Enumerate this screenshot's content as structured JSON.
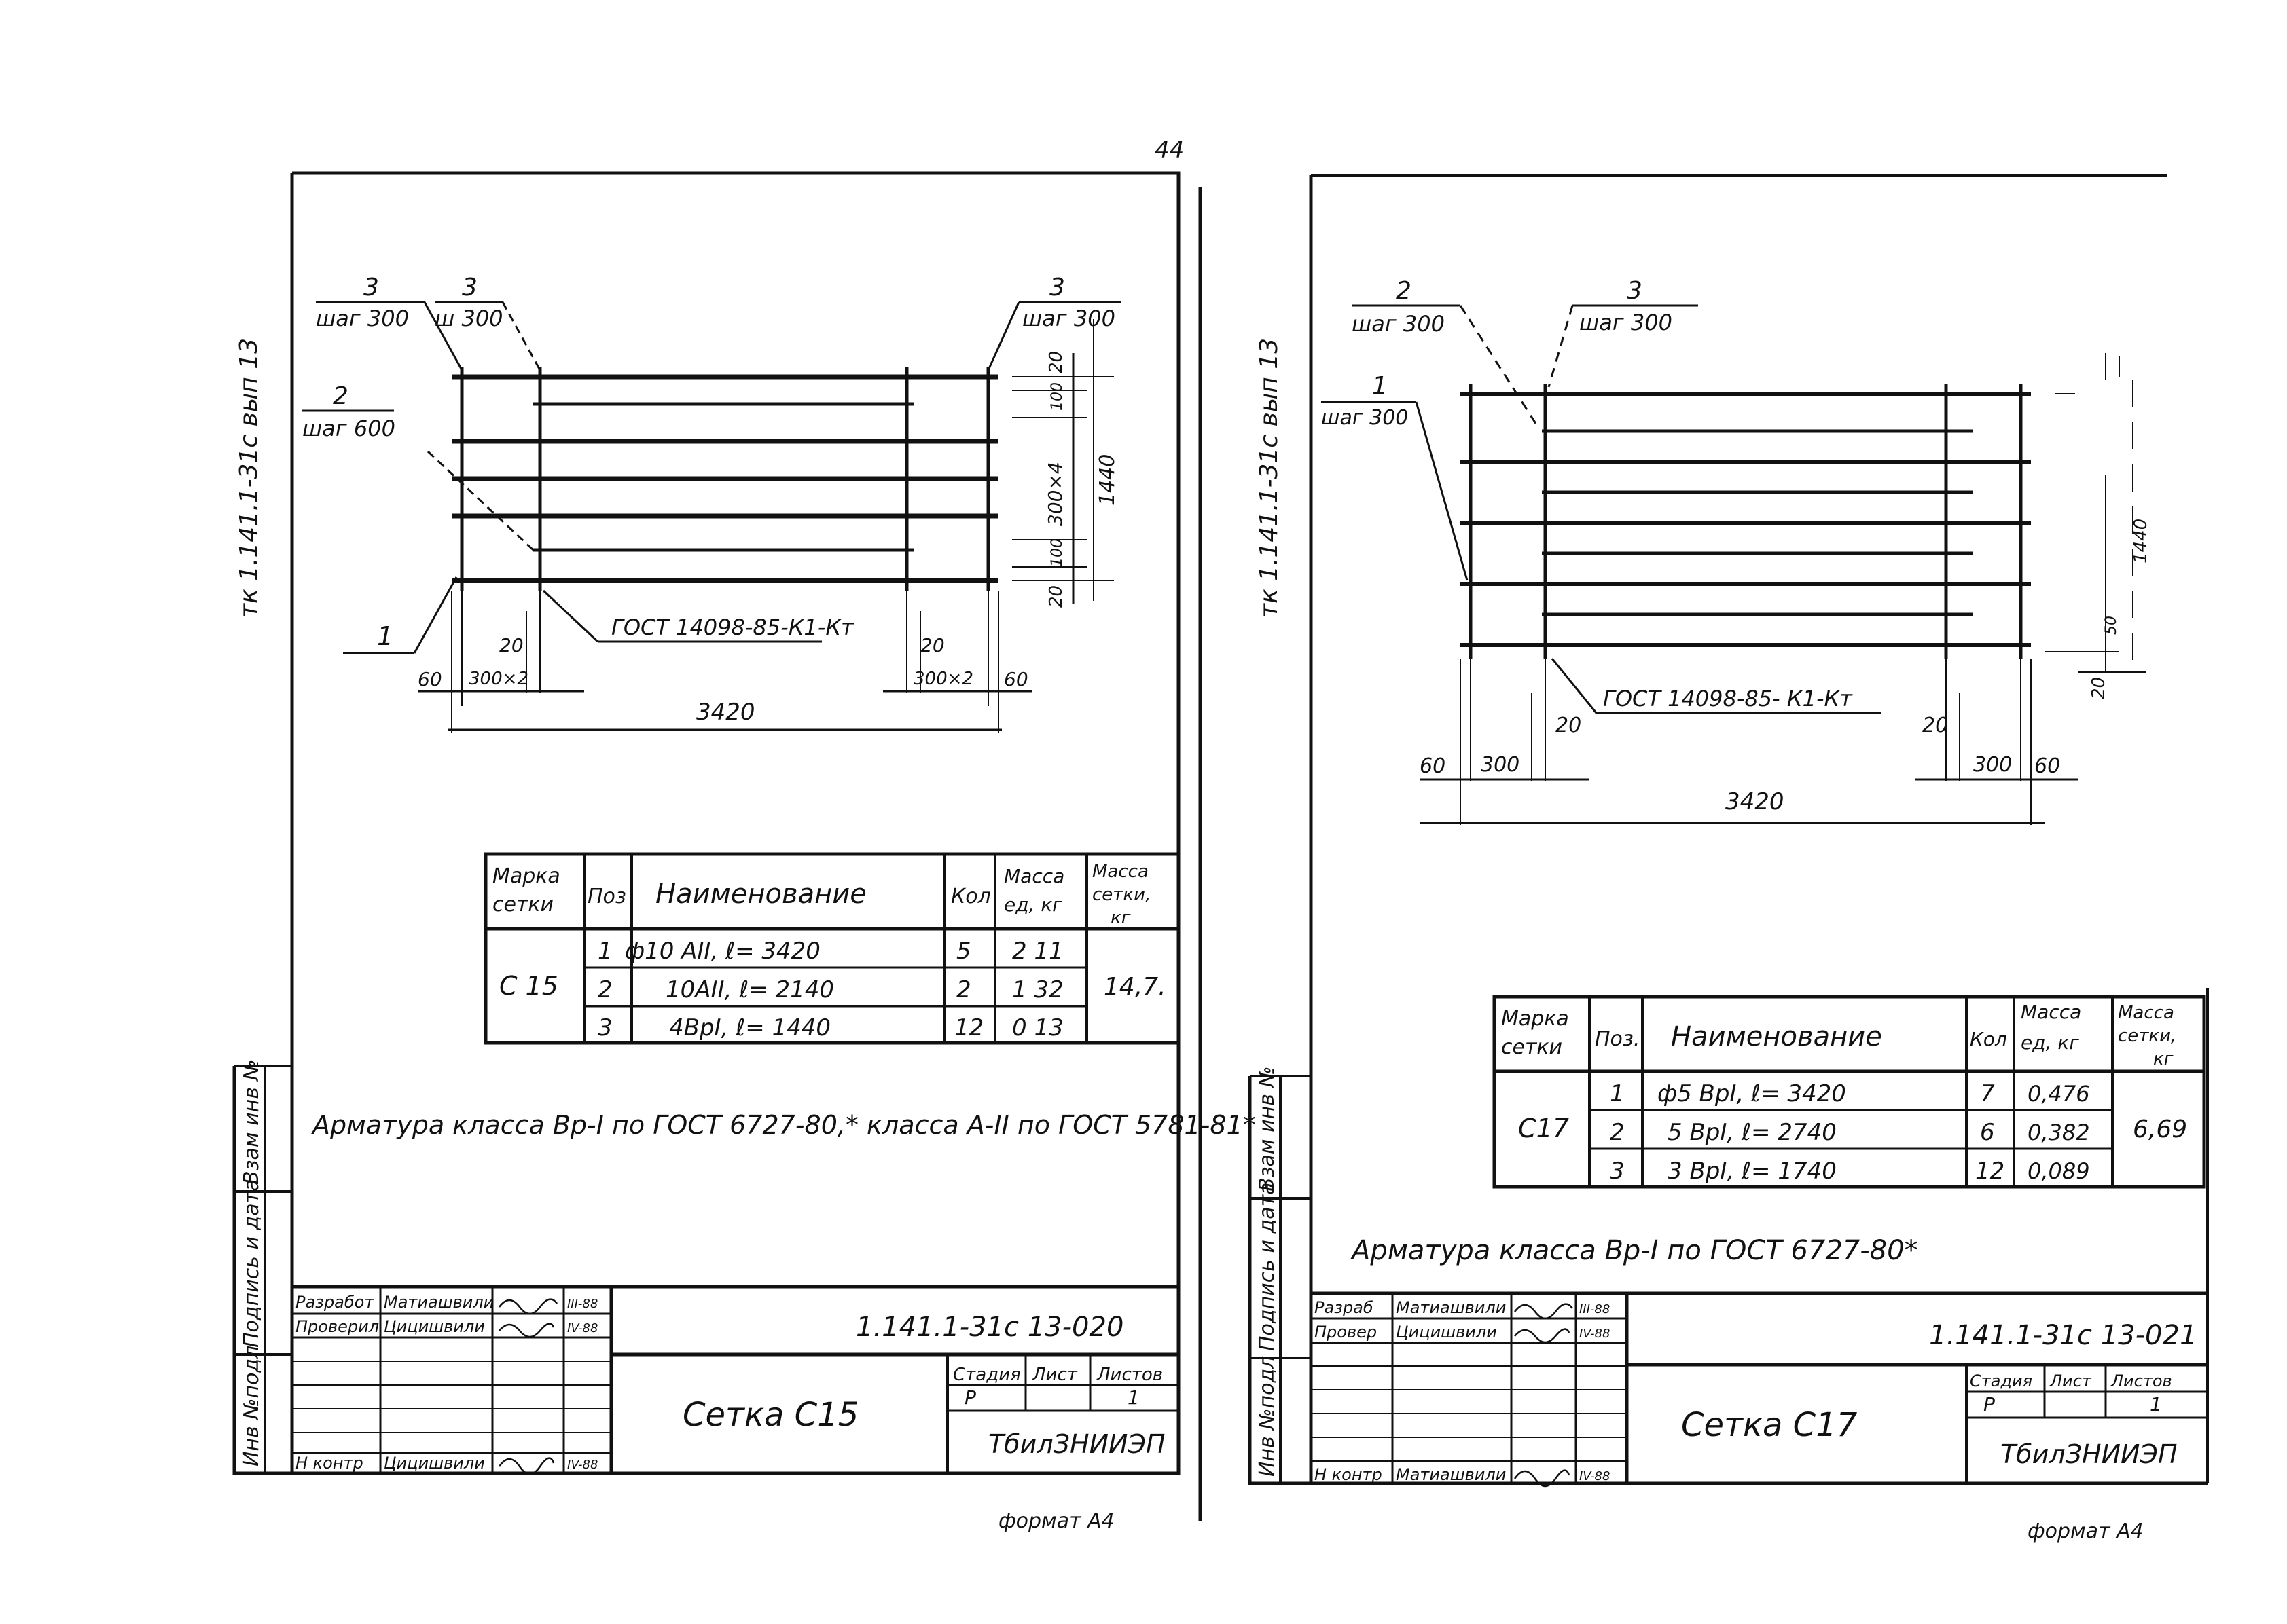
{
  "page_number": "44",
  "left": {
    "side_code": "тк 1.141.1-31с  вып 13",
    "drawing": {
      "callout_pos3_a": "3",
      "callout_pos3_a_note": "шаг 300",
      "callout_pos3_b": "3",
      "callout_pos3_b_note": "ш 300",
      "callout_pos3_c": "3",
      "callout_pos3_c_note": "шаг 300",
      "callout_pos2": "2",
      "callout_pos2_note": "шаг 600",
      "callout_pos1": "1",
      "gost": "ГОСТ 14098-85-К1-Кт",
      "dims": {
        "d20_top": "20",
        "d100_top": "100",
        "d300x4": "300×4",
        "d1440": "1440",
        "d100_bot": "100",
        "d20_bot": "20",
        "d60_left": "60",
        "d300x2_left": "300×2",
        "d20_left": "20",
        "d20_right": "20",
        "d300x2_right": "300×2",
        "d60_right": "60",
        "d3420": "3420"
      }
    },
    "table": {
      "headers": [
        "Марка сетки",
        "Поз",
        "Наименование",
        "Кол",
        "Масса ед, кг",
        "Масса сетки, кг"
      ],
      "mark": "С 15",
      "rows": [
        {
          "pos": "1",
          "name": "ф10 АII, ℓ= 3420",
          "qty": "5",
          "mass": "2 11"
        },
        {
          "pos": "2",
          "name": "10АII, ℓ= 2140",
          "qty": "2",
          "mass": "1 32"
        },
        {
          "pos": "3",
          "name": "4ВрI, ℓ= 1440",
          "qty": "12",
          "mass": "0 13"
        }
      ],
      "total": "14,7."
    },
    "note": "Арматура класса Вр-I по ГОСТ 6727-80,* класса А-II по ГОСТ 5781-81*",
    "side_labels": [
      "Инв №подл",
      "Подпись и дата",
      "Взам инв №"
    ],
    "title_block": {
      "code": "1.141.1-31с 13-020",
      "rows": [
        {
          "role": "Разработ",
          "name": "Матиашвили",
          "date": "III-88"
        },
        {
          "role": "Проверил",
          "name": "Цицишвили",
          "date": "IV-88"
        },
        {
          "role": "",
          "name": "",
          "date": ""
        },
        {
          "role": "",
          "name": "",
          "date": ""
        },
        {
          "role": "",
          "name": "",
          "date": ""
        },
        {
          "role": "Н контр",
          "name": "Цицишвили",
          "date": "IV-88"
        }
      ],
      "title": "Сетка С15",
      "stage_label": "Стадия",
      "sheet_label": "Лист",
      "sheets_label": "Листов",
      "stage": "Р",
      "sheet": "",
      "sheets": "1",
      "org": "ТбилЗНИИЭП"
    },
    "format": "формат А4"
  },
  "right": {
    "side_code": "тк 1.141.1-31с  вып 13",
    "drawing": {
      "callout_pos2": "2",
      "callout_pos2_note": "шаг 300",
      "callout_pos3": "3",
      "callout_pos3_note": "шаг 300",
      "callout_pos1": "1",
      "callout_pos1_note": "шаг 300",
      "gost": "ГОСТ 14098-85- К1-Кт",
      "dims": {
        "d1440": "1440",
        "d50": "50",
        "d20_bot": "20",
        "d60_left": "60",
        "d300_left": "300",
        "d20_left": "20",
        "d20_right": "20",
        "d300_right": "300",
        "d60_right": "60",
        "d3420": "3420"
      }
    },
    "table": {
      "headers": [
        "Марка сетки",
        "Поз.",
        "Наименование",
        "Кол",
        "Масса ед, кг",
        "Масса сетки, кг"
      ],
      "mark": "С17",
      "rows": [
        {
          "pos": "1",
          "name": "ф5 ВрI, ℓ= 3420",
          "qty": "7",
          "mass": "0,476"
        },
        {
          "pos": "2",
          "name": "5 ВрI, ℓ= 2740",
          "qty": "6",
          "mass": "0,382"
        },
        {
          "pos": "3",
          "name": "3 ВрI, ℓ= 1740",
          "qty": "12",
          "mass": "0,089"
        }
      ],
      "total": "6,69"
    },
    "note": "Арматура класса Вр-I по ГОСТ 6727-80*",
    "side_labels": [
      "Инв №подл",
      "Подпись и дата",
      "Взам инв №"
    ],
    "title_block": {
      "code": "1.141.1-31с 13-021",
      "rows": [
        {
          "role": "Разраб",
          "name": "Матиашвили",
          "date": "III-88"
        },
        {
          "role": "Провер",
          "name": "Цицишвили",
          "date": "IV-88"
        },
        {
          "role": "",
          "name": "",
          "date": ""
        },
        {
          "role": "",
          "name": "",
          "date": ""
        },
        {
          "role": "",
          "name": "",
          "date": ""
        },
        {
          "role": "Н контр",
          "name": "Матиашвили",
          "date": "IV-88"
        }
      ],
      "title": "Сетка С17",
      "stage_label": "Стадия",
      "sheet_label": "Лист",
      "sheets_label": "Листов",
      "stage": "Р",
      "sheet": "",
      "sheets": "1",
      "org": "ТбилЗНИИЭП"
    },
    "format": "формат А4"
  }
}
